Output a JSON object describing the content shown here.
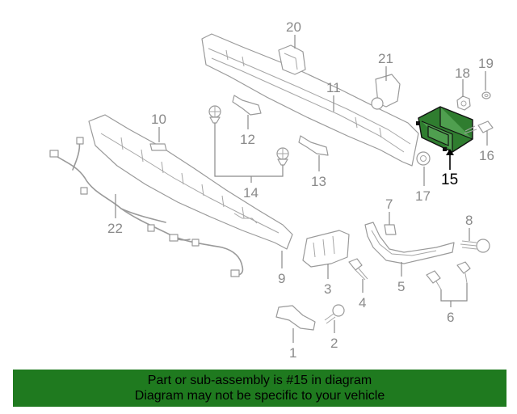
{
  "callouts": {
    "c1": "1",
    "c2": "2",
    "c3": "3",
    "c4": "4",
    "c5": "5",
    "c6": "6",
    "c7": "7",
    "c8": "8",
    "c9": "9",
    "c10": "10",
    "c11": "11",
    "c12": "12",
    "c13": "13",
    "c14": "14",
    "c15": "15",
    "c16": "16",
    "c17": "17",
    "c18": "18",
    "c19": "19",
    "c20": "20",
    "c21": "21",
    "c22": "22"
  },
  "highlight_part": "15",
  "colors": {
    "highlight": "#2f7d2f",
    "banner": "#1f7a1f",
    "lines": "#9a9a9a"
  },
  "banner": {
    "line1": "Part or sub-assembly is #15 in diagram",
    "line2": "Diagram may not be specific to your vehicle"
  }
}
